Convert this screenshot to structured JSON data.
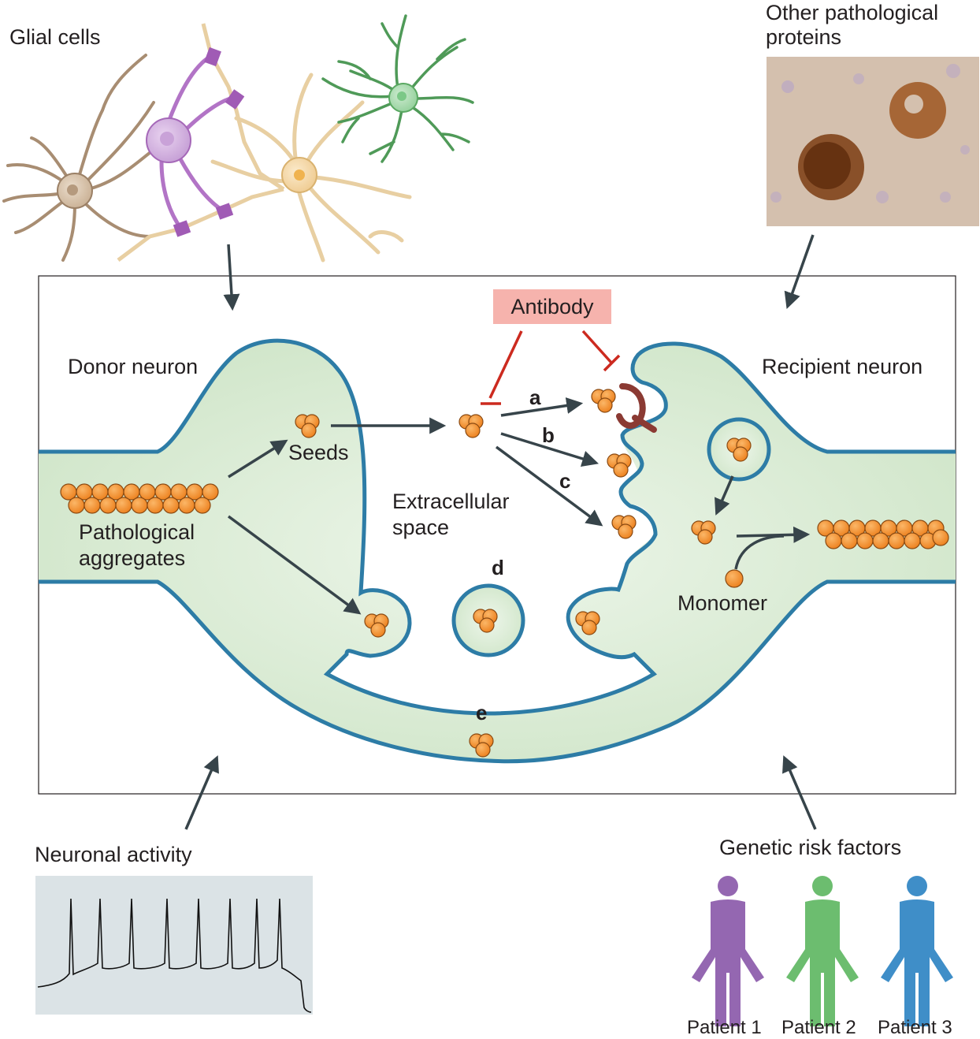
{
  "labels": {
    "glial_cells": "Glial cells",
    "other_pathological_proteins_line1": "Other pathological",
    "other_pathological_proteins_line2": "proteins",
    "antibody": "Antibody",
    "donor_neuron": "Donor neuron",
    "recipient_neuron": "Recipient neuron",
    "seeds": "Seeds",
    "pathological_aggregates_line1": "Pathological",
    "pathological_aggregates_line2": "aggregates",
    "extracellular_space_line1": "Extracellular",
    "extracellular_space_line2": "space",
    "monomer": "Monomer",
    "neuronal_activity": "Neuronal activity",
    "genetic_risk_factors": "Genetic risk factors"
  },
  "pathways": {
    "a": "a",
    "b": "b",
    "c": "c",
    "d": "d",
    "e": "e"
  },
  "patients": [
    {
      "label": "Patient 1",
      "color": "#9467b1"
    },
    {
      "label": "Patient 2",
      "color": "#6cbd6f"
    },
    {
      "label": "Patient 3",
      "color": "#3f8ec8"
    }
  ],
  "colors": {
    "membrane": "#2d7ca6",
    "cytoplasm": "#d3e8cc",
    "aggregate": "#f08a24",
    "arrow": "#37444a",
    "inhibition": "#cc2a1f",
    "receptor": "#8b3a33",
    "antibody_box": "#f6b3ad",
    "trace_background": "#dbe3e6"
  },
  "icons": [
    "astrocyte-icon",
    "oligodendrocyte-icon",
    "microglia-icon",
    "patient-icon",
    "receptor-icon"
  ]
}
